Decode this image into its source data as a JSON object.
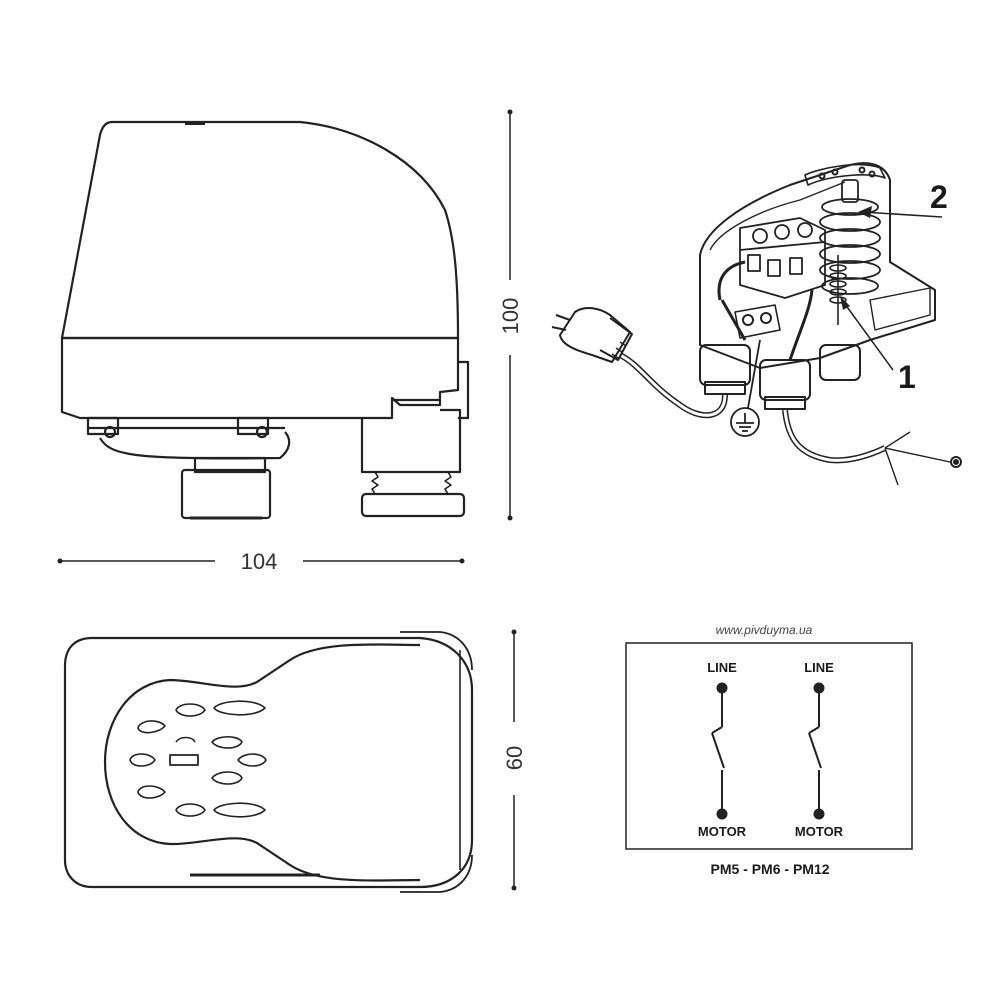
{
  "dimensions": {
    "width": "104",
    "height": "100",
    "depth": "60"
  },
  "callouts": {
    "one": "1",
    "two": "2"
  },
  "wiring": {
    "website": "www.pivduyma.ua",
    "line_left": "LINE",
    "line_right": "LINE",
    "motor_left": "MOTOR",
    "motor_right": "MOTOR",
    "models": "PM5 - PM6 - PM12"
  },
  "icons": {
    "ground": "ground-symbol-icon",
    "plug": "schuko-plug-icon"
  }
}
